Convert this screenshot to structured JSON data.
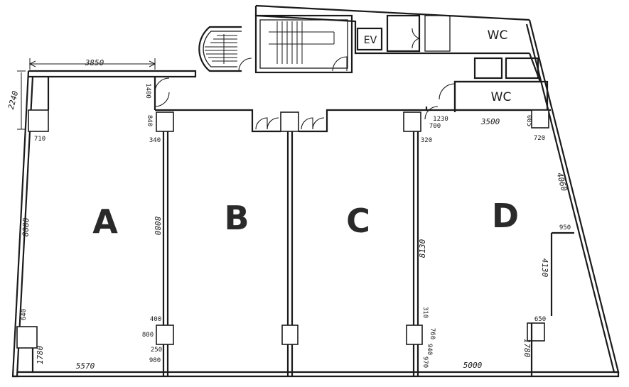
{
  "rooms": {
    "a": "A",
    "b": "B",
    "c": "C",
    "d": "D"
  },
  "facilities": {
    "wc_upper": "WC",
    "wc_lower": "WC",
    "elevator": "EV"
  },
  "dimensions": {
    "top_width_a": "3850",
    "left_upper": "2240",
    "left_main": "8080",
    "a_top_inset": "710",
    "a_left_low": "640",
    "a_left_bottom": "1780",
    "a_bottom": "5570",
    "ab_door_v": "1400",
    "ab_wall_top": "840",
    "ab_col_top": "340",
    "ab_wall_main": "8080",
    "ab_col_low": "400",
    "ab_col": "800",
    "ab_col_bottom": "250",
    "ab_bottom": "980",
    "d_door": "1230",
    "d_col_top_a": "700",
    "d_col_top_b": "320",
    "d_top": "3500",
    "d_right_small": "085",
    "d_right_inset": "720",
    "d_right_diag": "4060",
    "d_step": "950",
    "d_wall_main": "8130",
    "d_step_v": "4130",
    "d_col_low": "310",
    "d_col_a": "760",
    "d_col_b": "940",
    "d_col_bottom": "970",
    "d_bottom": "5000",
    "d_low_step": "650",
    "d_low_v": "1780"
  }
}
